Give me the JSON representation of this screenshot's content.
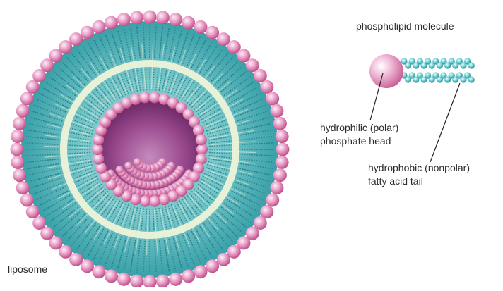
{
  "labels": {
    "molecule_title": "phospholipid molecule",
    "head_label_line1": "hydrophilic (polar)",
    "head_label_line2": "phosphate head",
    "tail_label_line1": "hydrophobic (nonpolar)",
    "tail_label_line2": "fatty acid tail",
    "liposome_label": "liposome"
  },
  "colors": {
    "head_pink": "#e58cbf",
    "head_highlight": "#fbe0ef",
    "tail_teal": "#2f9ea6",
    "tail_light": "#a8ecec",
    "core_purple": "#8b3a82",
    "interior_cream": "#eef3d8"
  }
}
